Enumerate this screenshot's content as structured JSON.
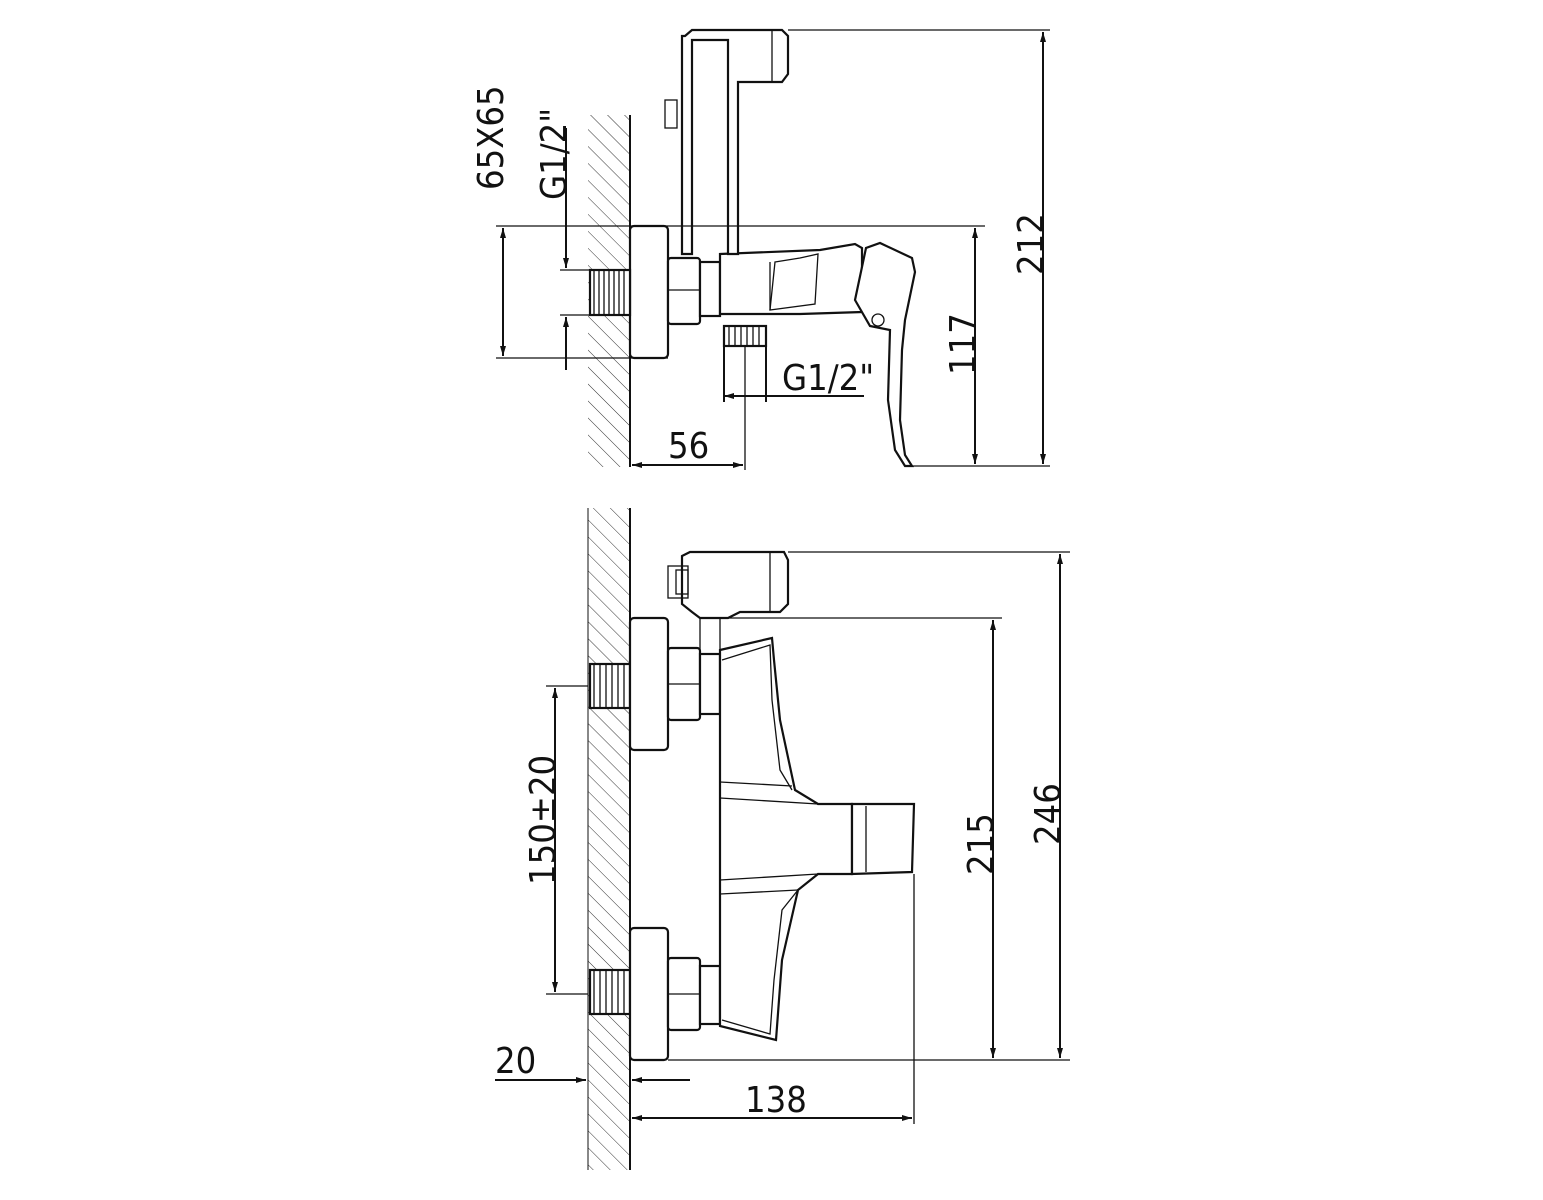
{
  "drawing": {
    "side_view": {
      "dimensions": {
        "flange_size": "65X65",
        "inlet_thread": "G1/2\"",
        "outlet_thread": "G1/2\"",
        "wall_to_outlet": "56",
        "total_height": "212",
        "spout_height": "117"
      }
    },
    "front_view": {
      "dimensions": {
        "inlet_spacing": "150±20",
        "wall_offset": "20",
        "projection": "138",
        "height_to_body": "215",
        "total_height": "246"
      }
    },
    "line_color": "#111111",
    "background": "#ffffff"
  }
}
